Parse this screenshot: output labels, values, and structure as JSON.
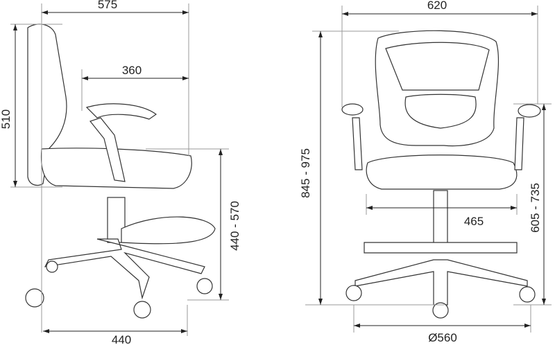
{
  "dimensions": {
    "side_overall_depth": "575",
    "side_armrest_depth": "360",
    "side_backrest_height": "510",
    "side_seat_height": "440 - 570",
    "side_base_depth": "440",
    "front_overall_width": "620",
    "front_overall_height": "845 - 975",
    "front_seat_width": "465",
    "front_armrest_height": "605 - 735",
    "front_base_diameter": "Ø560"
  },
  "colors": {
    "line": "#222222",
    "extension": "#999999"
  }
}
